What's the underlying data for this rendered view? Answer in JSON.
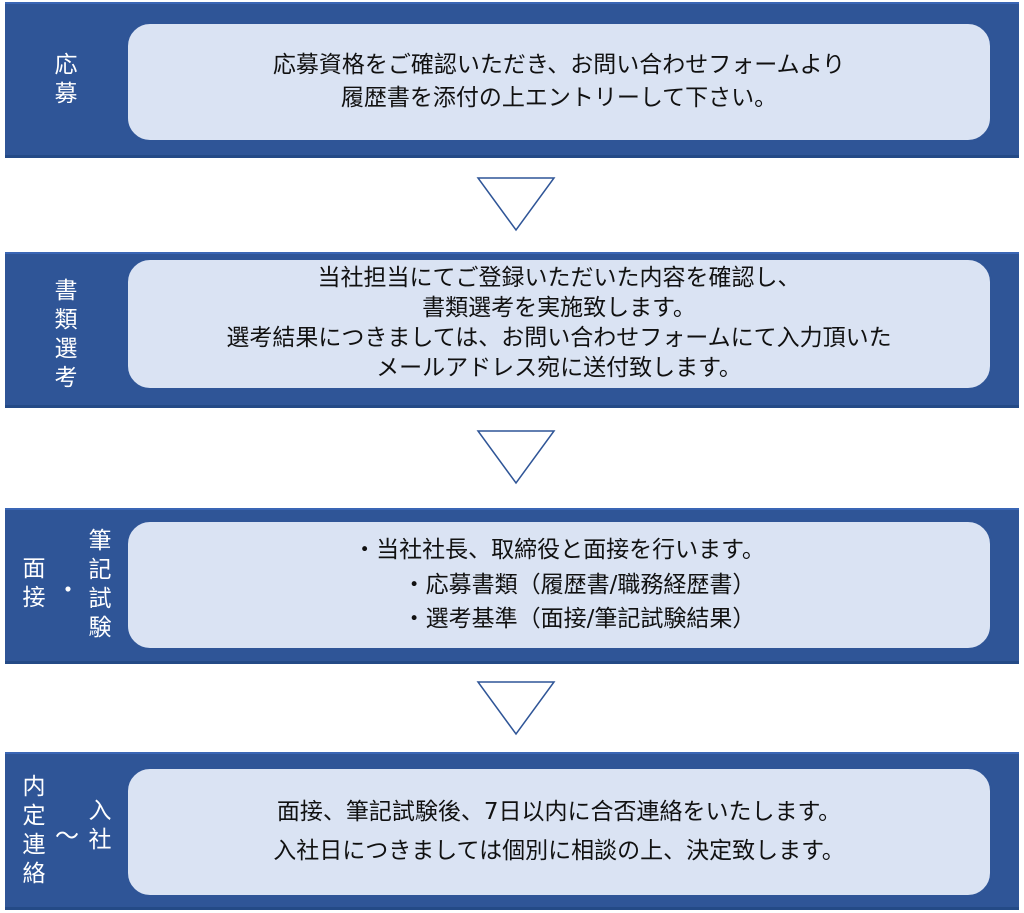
{
  "steps": [
    {
      "label": "応募",
      "lines": [
        "応募資格をご確認いただき、お問い合わせフォームより",
        "履歴書を添付の上エントリーして下さい。"
      ]
    },
    {
      "label": "書類選考",
      "lines": [
        "当社担当にてご登録いただいた内容を確認し、",
        "書類選考を実施致します。",
        "選考結果につきましては、お問い合わせフォームにて入力頂いた",
        "メールアドレス宛に送付致します。"
      ]
    },
    {
      "label_right": "筆記試験",
      "label_sep": "・",
      "label_left": "面接",
      "lines": [
        "・当社社長、取締役と面接を行います。",
        "・応募書類（履歴書/職務経歴書）",
        "・選考基準（面接/筆記試験結果）"
      ]
    },
    {
      "label_right": "入社",
      "label_sep": "～",
      "label_left": "内定連絡",
      "lines": [
        "面接、筆記試験後、7日以内に合否連絡をいたします。",
        "入社日につきましては個別に相談の上、決定致します。"
      ]
    }
  ],
  "colors": {
    "band": "#2f5597",
    "box_fill": "#dae3f3",
    "arrow_stroke": "#2f5597"
  }
}
